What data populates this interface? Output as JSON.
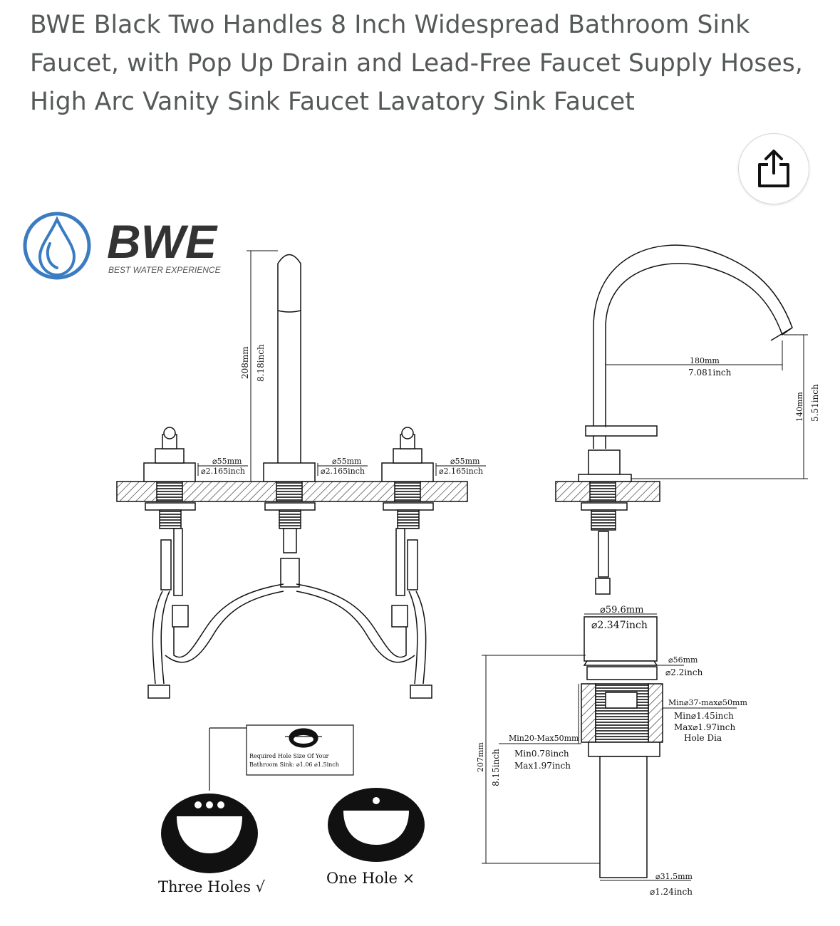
{
  "product": {
    "title": "BWE Black Two Handles 8 Inch Widespread Bathroom Sink Faucet, with Pop Up Drain and Lead-Free Faucet Supply Hoses, High Arc Vanity Sink Faucet Lavatory Sink Faucet"
  },
  "actions": {
    "share_icon": "share-icon"
  },
  "image": {
    "brand": {
      "name": "BWE",
      "tagline": "BEST WATER EXPERIENCE",
      "color": "#3a7cc1"
    },
    "dims": {
      "height_mm": "208mm",
      "height_in": "8.18inch",
      "base1_mm": "⌀55mm",
      "base1_in": "⌀2.165inch",
      "base2_mm": "⌀55mm",
      "base2_in": "⌀2.165inch",
      "base3_mm": "⌀55mm",
      "base3_in": "⌀2.165inch",
      "reach_mm": "180mm",
      "reach_in": "7.081inch",
      "spout_h_mm": "140mm",
      "spout_h_in": "5.51inch",
      "drain_top_mm": "⌀59.6mm",
      "drain_top_in": "⌀2.347inch",
      "drain_flange_mm": "⌀56mm",
      "drain_flange_in": "⌀2.2inch",
      "hole_l1": "Min⌀37-max⌀50mm",
      "hole_l2": "Min⌀1.45inch",
      "hole_l3": "Max⌀1.97inch",
      "hole_l4": "Hole Dia",
      "thick_mm": "Min20-Max50mm",
      "thick_l1": "Min0.78inch",
      "thick_l2": "Max1.97inch",
      "drain_len_mm": "207mm",
      "drain_len_in": "8.15inch",
      "tail_mm": "⌀31.5mm",
      "tail_in": "⌀1.24inch"
    },
    "required": {
      "line1": "Required Hole Size Of Your",
      "line2": "Bathroom Sink: ⌀1.06 ⌀1.5inch"
    },
    "three_holes": "Three Holes √",
    "one_hole": "One Hole ×"
  }
}
